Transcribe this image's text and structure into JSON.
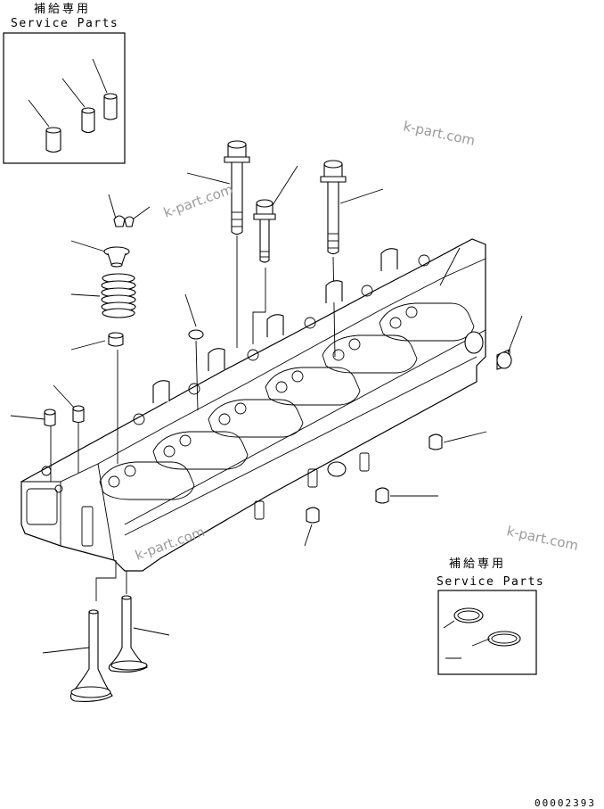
{
  "service_box_1": {
    "title_jp": "補給専用",
    "title_en": "Service Parts"
  },
  "service_box_2": {
    "title_jp": "補給専用",
    "title_en": "Service Parts"
  },
  "watermarks": [
    "k-part.com",
    "k-part.com",
    "k-part.com",
    "k-part.com"
  ],
  "figure_number": "00002393"
}
